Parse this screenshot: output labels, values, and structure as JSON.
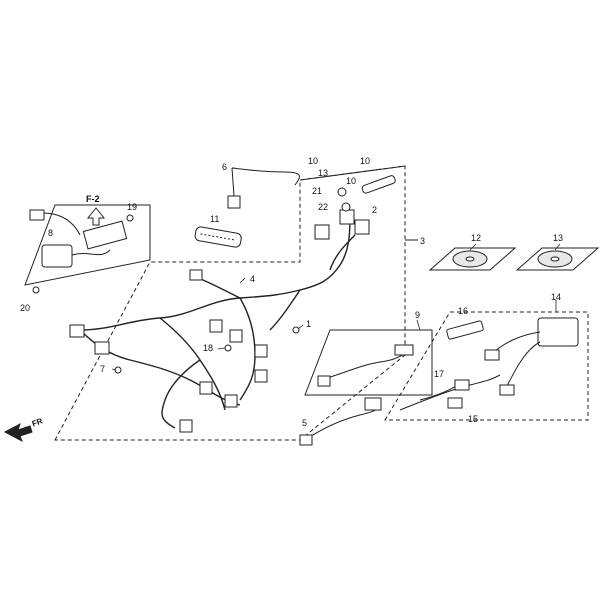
{
  "diagram": {
    "reference_label": "F-2",
    "direction_label": "FR",
    "colors": {
      "line": "#222222",
      "panel": "#ffffff",
      "disc": "#e8e8e8"
    },
    "part_numbers": {
      "p1": "1",
      "p2": "2",
      "p3": "3",
      "p4": "4",
      "p5": "5",
      "p6": "6",
      "p7": "7",
      "p8": "8",
      "p9": "9",
      "p10a": "10",
      "p10b": "10",
      "p11": "11",
      "p12": "12",
      "p13": "13",
      "p13b": "13",
      "p14": "14",
      "p15": "15",
      "p16": "16",
      "p17": "17",
      "p18": "18",
      "p19": "19",
      "p20": "20",
      "p21": "21",
      "p22": "22"
    }
  }
}
